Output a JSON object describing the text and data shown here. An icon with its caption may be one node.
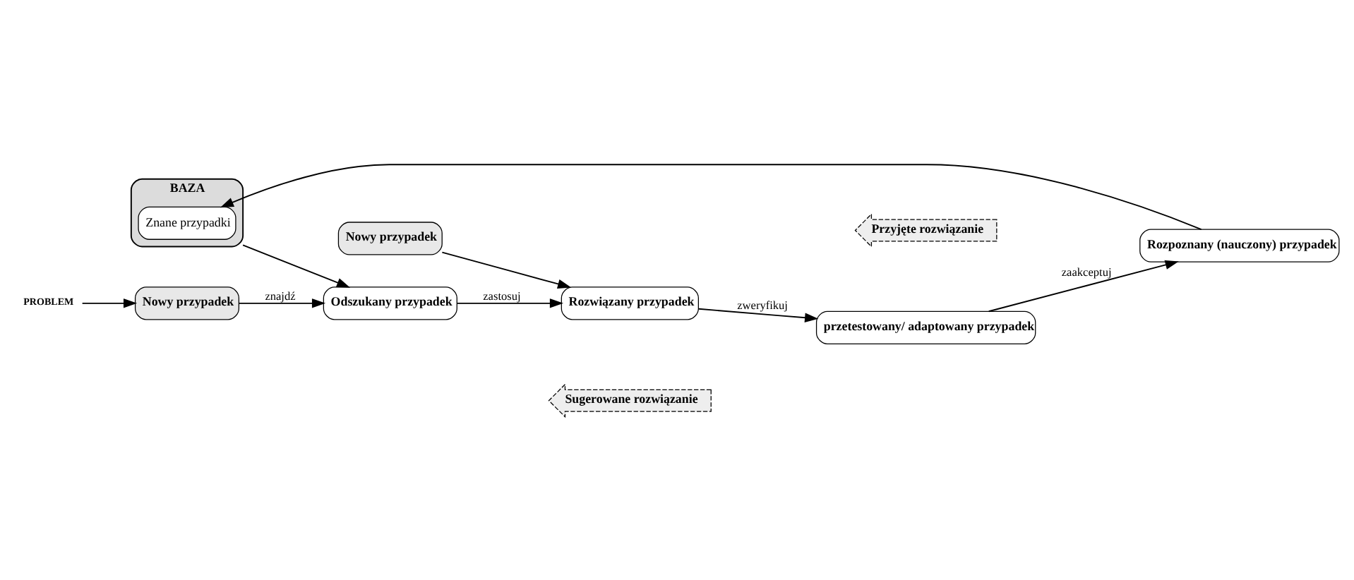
{
  "diagram": {
    "nodes": [
      {
        "text": [
          "PROBLEM"
        ]
      },
      {
        "text": [
          "Nowy przypadek"
        ]
      },
      {
        "text": [
          "Odszukany przypadek"
        ]
      },
      {
        "text": [
          "Nowy przypadek"
        ]
      },
      {
        "text": [
          "BAZA"
        ]
      },
      {
        "text": [
          "Znane przypadki"
        ],
        "in": 4
      },
      {
        "text": [
          "Rozpoznany (nauczony) przypadek"
        ]
      },
      {
        "text": [
          "przetestowany/ adaptowany przypadek"
        ]
      },
      {
        "text": [
          "Rozwiązany przypadek"
        ]
      },
      {
        "text": [
          "Przyjęte rozwiązanie"
        ]
      },
      {
        "text": [
          "Sugerowane rozwiązanie"
        ]
      }
    ],
    "edges": [
      {
        "from": 0,
        "to": 1,
        "arrow": "to"
      },
      {
        "from": 1,
        "to": 2,
        "arrow": "to",
        "label": "znajdź"
      },
      {
        "from": 6,
        "to": 5,
        "arrow": "to"
      },
      {
        "from": 4,
        "to": 2,
        "arrow": "to"
      },
      {
        "from": 2,
        "to": 8,
        "arrow": "to",
        "label": "zastosuj"
      },
      {
        "from": 3,
        "to": 8,
        "arrow": "to"
      },
      {
        "from": 8,
        "to": 7,
        "arrow": "to",
        "label": "zweryfikuj"
      },
      {
        "from": 7,
        "to": 6,
        "arrow": "to",
        "label": "zaakceptuj"
      }
    ]
  }
}
